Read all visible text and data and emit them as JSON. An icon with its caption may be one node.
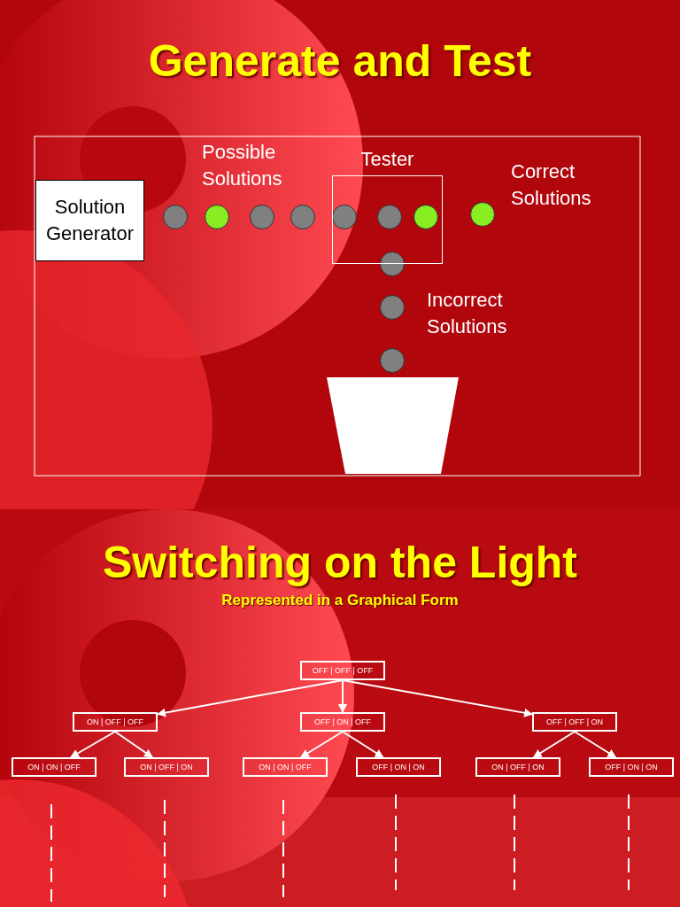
{
  "diagram": {
    "title": "Generate and Test",
    "nodes": [
      {
        "text": [
          "Solution Generator"
        ]
      },
      {
        "text": [
          "Tester"
        ]
      },
      {
        "text": [
          "OFF | OFF | OFF"
        ]
      },
      {
        "text": [
          "ON | OFF | OFF"
        ]
      },
      {
        "text": [
          "OFF | ON | OFF"
        ]
      },
      {
        "text": [
          "OFF | OFF | ON"
        ]
      },
      {
        "text": [
          "ON | ON | OFF"
        ]
      },
      {
        "text": [
          "ON | OFF | ON"
        ]
      },
      {
        "text": [
          "ON | ON | OFF"
        ]
      },
      {
        "text": [
          "OFF | ON | ON"
        ]
      },
      {
        "text": [
          "ON | OFF | ON"
        ]
      },
      {
        "text": [
          "OFF | ON | ON"
        ]
      }
    ],
    "edges": [
      {
        "from": 2,
        "to": 3,
        "arrow": "to"
      },
      {
        "from": 2,
        "to": 4,
        "arrow": "to"
      },
      {
        "from": 2,
        "to": 5,
        "arrow": "to"
      },
      {
        "from": 3,
        "to": 6,
        "arrow": "to"
      },
      {
        "from": 3,
        "to": 7,
        "arrow": "to"
      },
      {
        "from": 4,
        "to": 8,
        "arrow": "to"
      },
      {
        "from": 4,
        "to": 9,
        "arrow": "to"
      },
      {
        "from": 5,
        "to": 10,
        "arrow": "to"
      },
      {
        "from": 5,
        "to": 11,
        "arrow": "to"
      }
    ],
    "labels": [
      "Possible Solutions",
      "Correct Solutions",
      "Incorrect Solutions",
      "Switching on the Light",
      "Represented in a Graphical Form"
    ]
  }
}
